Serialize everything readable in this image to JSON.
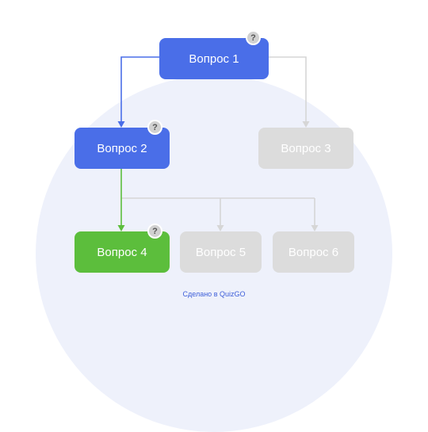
{
  "nodes": [
    {
      "label": "Вопрос 1",
      "color": "#4a6ee8",
      "has_help_badge": true
    },
    {
      "label": "Вопрос 2",
      "color": "#4a6ee8",
      "has_help_badge": true
    },
    {
      "label": "Вопрос 3",
      "color": "#dcdcdc",
      "has_help_badge": false
    },
    {
      "label": "Вопрос 4",
      "color": "#5cbe3c",
      "has_help_badge": true
    },
    {
      "label": "Вопрос 5",
      "color": "#dcdcdc",
      "has_help_badge": false
    },
    {
      "label": "Вопрос 6",
      "color": "#dcdcdc",
      "has_help_badge": false
    }
  ],
  "edges": [
    {
      "from": "Вопрос 1",
      "to": "Вопрос 2",
      "active": true
    },
    {
      "from": "Вопрос 1",
      "to": "Вопрос 3",
      "active": false
    },
    {
      "from": "Вопрос 2",
      "to": "Вопрос 4",
      "active": true
    },
    {
      "from": "Вопрос 2",
      "to": "Вопрос 5",
      "active": false
    },
    {
      "from": "Вопрос 2",
      "to": "Вопрос 6",
      "active": false
    }
  ],
  "help_badge_symbol": "?",
  "footer": {
    "text": "Сделано в QuizGO"
  },
  "colors": {
    "active_blue": "#4a6ee8",
    "active_green": "#5cbe3c",
    "inactive": "#dcdcdc",
    "background_circle": "#eef1fb",
    "footer_text": "#3e5fd9"
  }
}
